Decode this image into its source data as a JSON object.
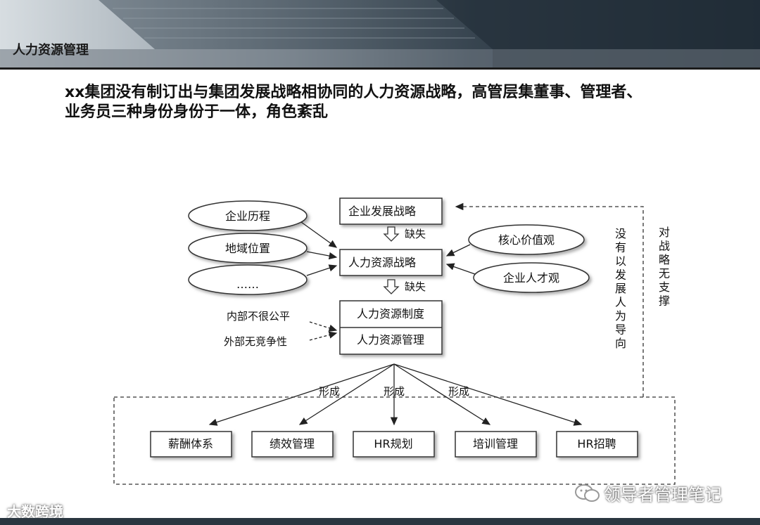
{
  "header": {
    "title": "人力资源管理"
  },
  "heading": {
    "line1": "xx集团没有制订出与集团发展战略相协同的人力资源战略，高管层集董事、管理者、",
    "line2": "业务员三种身份身份于一体，角色紊乱"
  },
  "diagram": {
    "ellipses_left": [
      "企业历程",
      "地域位置",
      "……"
    ],
    "ellipses_right": [
      "核心价值观",
      "企业人才观"
    ],
    "box_strategy": "企业发展战略",
    "box_hr_strategy": "人力资源战略",
    "box_hr_system": "人力资源制度",
    "box_hr_management": "人力资源管理",
    "missing_label_1": "缺失",
    "missing_label_2": "缺失",
    "internal_label": "内部不很公平",
    "external_label": "外部无竞争性",
    "vertical_text_1": "没有以发展人为导向",
    "vertical_text_2": "对战略无支撑",
    "form_labels": [
      "形成",
      "形成",
      "形成"
    ],
    "bottom_boxes": [
      "薪酬体系",
      "绩效管理",
      "HR规划",
      "培训管理",
      "HR招聘"
    ]
  },
  "watermarks": {
    "left": "大数跨境",
    "right": "领导者管理笔记"
  },
  "colors": {
    "banner_dark": "#24313c",
    "line": "#222222",
    "box_border": "#333333"
  }
}
